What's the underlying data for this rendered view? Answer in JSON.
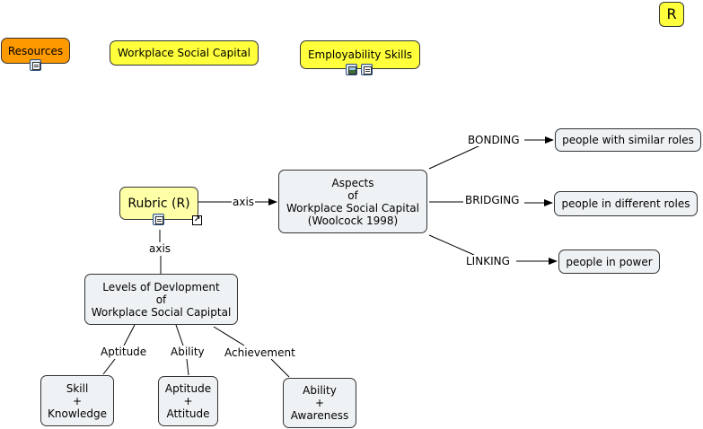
{
  "corner_badge": "R",
  "top_nodes": {
    "resources": "Resources",
    "workplace_social_capital": "Workplace Social Capital",
    "employability_skills": "Employability Skills"
  },
  "nodes": {
    "rubric": "Rubric (R)",
    "aspects": "Aspects\nof\nWorkplace Social Capital\n(Woolcock 1998)",
    "levels": "Levels of Devlopment\nof\nWorkplace Social Capiptal",
    "similar_roles": "people with similar roles",
    "different_roles": "people in different roles",
    "in_power": "people in power",
    "skill_knowledge": "Skill\n+\nKnowledge",
    "aptitude_attitude": "Aptitude\n+\nAttitude",
    "ability_awareness": "Ability\n+\nAwareness"
  },
  "links": {
    "axis_right": "axis",
    "axis_down": "axis",
    "bonding": "BONDING",
    "bridging": "BRIDGING",
    "linking": "LINKING",
    "aptitude": "Aptitude",
    "ability": "Ability",
    "achievement": "Achievement"
  },
  "icons": [
    "document-icon",
    "image-icon",
    "external-link-icon"
  ]
}
